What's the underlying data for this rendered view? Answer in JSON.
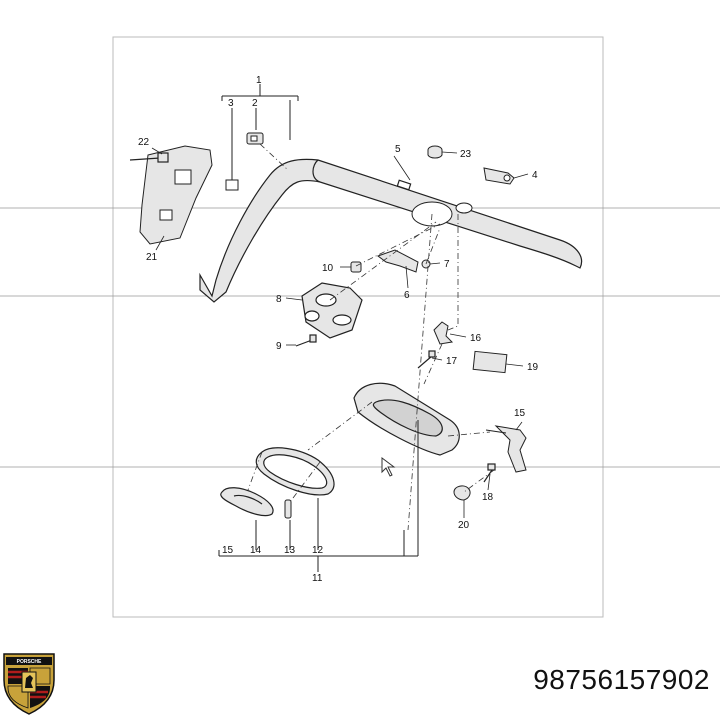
{
  "callouts": {
    "c1": "1",
    "c2": "2",
    "c3": "3",
    "c4": "4",
    "c5": "5",
    "c6": "6",
    "c7": "7",
    "c8": "8",
    "c9": "9",
    "c10": "10",
    "c11": "11",
    "c12": "12",
    "c13": "13",
    "c14": "14",
    "c15a": "15",
    "c15b": "15",
    "c16": "16",
    "c17": "17",
    "c18": "18",
    "c19": "19",
    "c20": "20",
    "c21": "21",
    "c22": "22",
    "c23": "23"
  },
  "part_number": "98756157902",
  "logo": {
    "brand_text": "PORSCHE",
    "colors": [
      "#c8a23a",
      "#b01c1c",
      "#111111"
    ]
  },
  "colors": {
    "line": "#222222",
    "part_fill": "#e6e6e6",
    "frame": "#bbbbbb"
  }
}
